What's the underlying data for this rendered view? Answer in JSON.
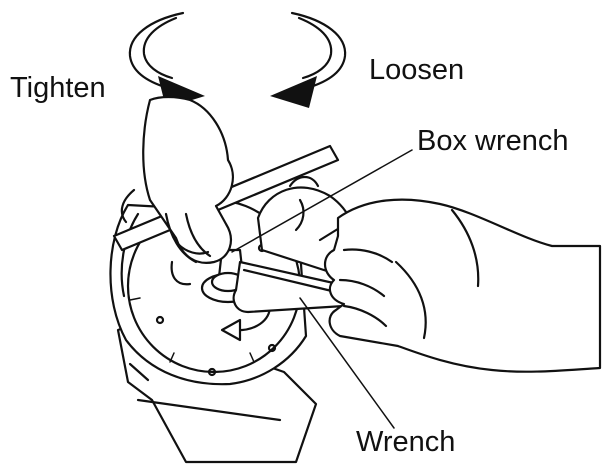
{
  "labels": {
    "tighten": "Tighten",
    "loosen": "Loosen",
    "box_wrench": "Box wrench",
    "wrench": "Wrench"
  },
  "colors": {
    "ink": "#111111",
    "background": "#ffffff"
  }
}
